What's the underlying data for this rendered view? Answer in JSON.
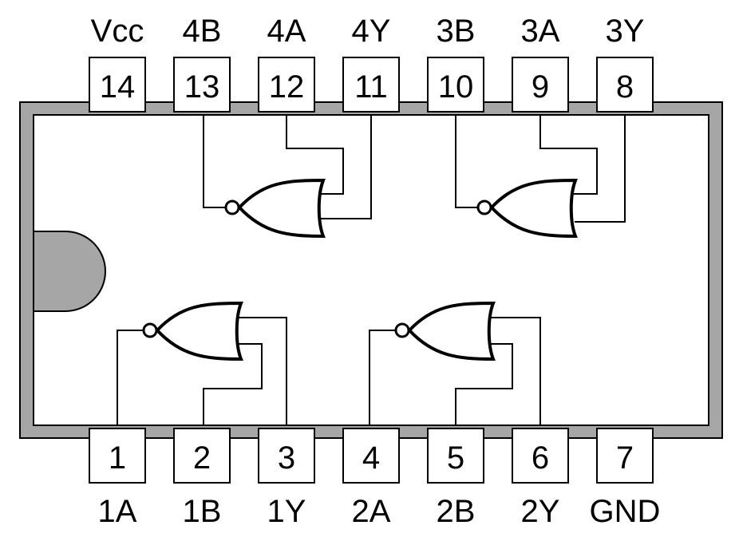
{
  "colors": {
    "package_fill": "#a6a6a6",
    "body_fill": "#ffffff",
    "stroke": "#000000"
  },
  "pins_top": [
    {
      "number": "14",
      "name": "Vcc"
    },
    {
      "number": "13",
      "name": "4B"
    },
    {
      "number": "12",
      "name": "4A"
    },
    {
      "number": "11",
      "name": "4Y"
    },
    {
      "number": "10",
      "name": "3B"
    },
    {
      "number": "9",
      "name": "3A"
    },
    {
      "number": "8",
      "name": "3Y"
    }
  ],
  "pins_bottom": [
    {
      "number": "1",
      "name": "1A"
    },
    {
      "number": "2",
      "name": "1B"
    },
    {
      "number": "3",
      "name": "1Y"
    },
    {
      "number": "4",
      "name": "2A"
    },
    {
      "number": "5",
      "name": "2B"
    },
    {
      "number": "6",
      "name": "2Y"
    },
    {
      "number": "7",
      "name": "GND"
    }
  ]
}
